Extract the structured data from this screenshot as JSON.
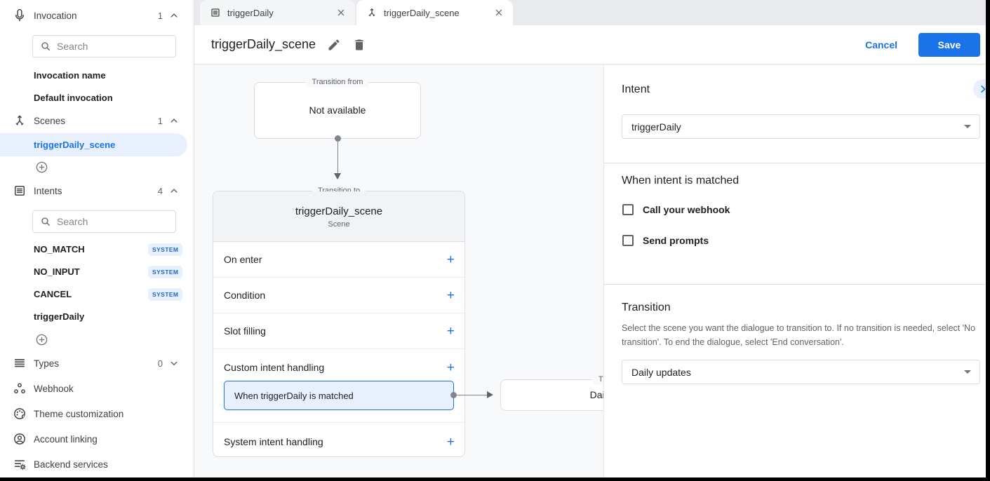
{
  "colors": {
    "accent": "#1a73e8",
    "selected_bg": "#e8f0fe",
    "badge_text": "#1967d2",
    "canvas_bg": "#f8f9fa",
    "tabstrip_bg": "#e8eaed"
  },
  "sidebar": {
    "invocation": {
      "label": "Invocation",
      "count": "1",
      "icon": "mic-icon",
      "search_placeholder": "Search",
      "items": [
        {
          "label": "Invocation name"
        },
        {
          "label": "Default invocation"
        }
      ]
    },
    "scenes": {
      "label": "Scenes",
      "count": "1",
      "icon": "scene-icon",
      "items": [
        {
          "label": "triggerDaily_scene",
          "selected": true
        }
      ]
    },
    "intents": {
      "label": "Intents",
      "count": "4",
      "icon": "intents-icon",
      "search_placeholder": "Search",
      "items": [
        {
          "label": "NO_MATCH",
          "badge": "SYSTEM"
        },
        {
          "label": "NO_INPUT",
          "badge": "SYSTEM"
        },
        {
          "label": "CANCEL",
          "badge": "SYSTEM"
        },
        {
          "label": "triggerDaily",
          "badge": ""
        }
      ]
    },
    "types": {
      "label": "Types",
      "count": "0",
      "icon": "types-icon"
    },
    "links": [
      {
        "label": "Webhook",
        "icon": "webhook-icon"
      },
      {
        "label": "Theme customization",
        "icon": "palette-icon"
      },
      {
        "label": "Account linking",
        "icon": "account-icon"
      },
      {
        "label": "Backend services",
        "icon": "backend-icon"
      }
    ]
  },
  "tabs": [
    {
      "label": "triggerDaily",
      "icon": "intents-icon",
      "active": false
    },
    {
      "label": "triggerDaily_scene",
      "icon": "scene-icon",
      "active": true
    }
  ],
  "header": {
    "title": "triggerDaily_scene",
    "cancel_label": "Cancel",
    "save_label": "Save"
  },
  "canvas": {
    "transition_from": {
      "legend": "Transition from",
      "text": "Not available"
    },
    "scene_card": {
      "legend": "Transition to",
      "title": "triggerDaily_scene",
      "subtitle": "Scene",
      "add_label": "+",
      "rows": [
        {
          "label": "On enter"
        },
        {
          "label": "Condition"
        },
        {
          "label": "Slot filling"
        },
        {
          "label": "Custom intent handling"
        },
        {
          "label": "System intent handling"
        }
      ],
      "highlighted_handler": "When triggerDaily is matched"
    },
    "target_card": {
      "legend": "Transition to",
      "text": "Daily updates"
    }
  },
  "panel": {
    "intent": {
      "heading": "Intent",
      "value": "triggerDaily"
    },
    "when_matched": {
      "heading": "When intent is matched",
      "checkboxes": [
        {
          "label": "Call your webhook",
          "checked": false
        },
        {
          "label": "Send prompts",
          "checked": false
        }
      ]
    },
    "transition": {
      "heading": "Transition",
      "description": "Select the scene you want the dialogue to transition to. If no transition is needed, select 'No transition'. To end the dialogue, select 'End conversation'.",
      "value": "Daily updates"
    }
  }
}
